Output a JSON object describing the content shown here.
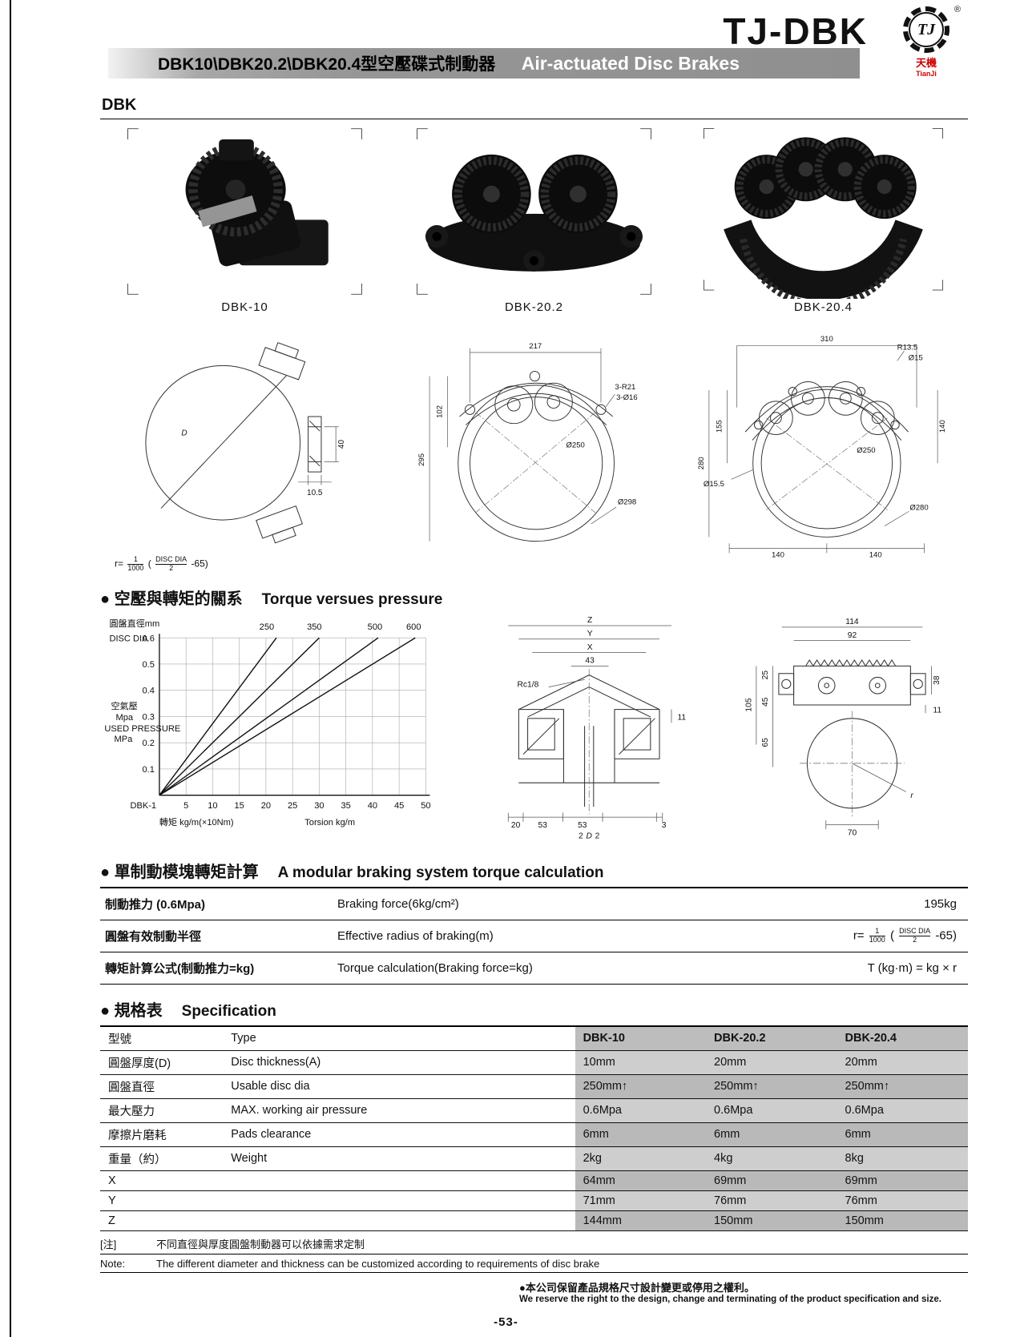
{
  "header": {
    "brand": "TJ-DBK",
    "logo": {
      "tj": "TJ",
      "reg": "®",
      "cn": "天機",
      "en": "TianJi"
    },
    "title_cn": "DBK10\\DBK20.2\\DBK20.4型空壓碟式制動器",
    "title_en": "Air-actuated Disc Brakes",
    "section_label": "DBK"
  },
  "photos": {
    "captions": [
      "DBK-10",
      "DBK-20.2",
      "DBK-20.4"
    ]
  },
  "drw": {
    "d10": {
      "cap_d": "D",
      "d40": "40",
      "d105": "10.5"
    },
    "d202": {
      "t217": "217",
      "t295": "295",
      "t102": "102",
      "r21": "3-R21",
      "o16": "3-Ø16",
      "o250": "Ø250",
      "o298": "Ø298"
    },
    "d204": {
      "t310": "310",
      "t280": "280",
      "t155": "155",
      "t140": "140",
      "o155": "Ø15.5",
      "r135": "R13.5",
      "o15": "Ø15",
      "o250": "Ø250",
      "o280": "Ø280",
      "b140a": "140",
      "b140b": "140"
    },
    "sect": {
      "z": "Z",
      "y": "Y",
      "x": "X",
      "t43": "43",
      "rc": "Rc1/8",
      "t11": "11",
      "t20": "20",
      "t53a": "53",
      "t53b": "53",
      "t3": "3",
      "b2a": "2",
      "bd": "D",
      "b2b": "2"
    },
    "front": {
      "t114": "114",
      "t92": "92",
      "t25": "25",
      "t45": "45",
      "t105": "105",
      "t65": "65",
      "t38": "38",
      "t11": "11",
      "t70": "70",
      "r": "r"
    }
  },
  "formula": {
    "lhs": "r=",
    "num": "1",
    "den": "1000",
    "open": "(",
    "fnum": "DISC DIA",
    "fden": "2",
    "tail": "-65)"
  },
  "torque": {
    "heading_cn": "● 空壓與轉矩的關系",
    "heading_en": "Torque versues pressure"
  },
  "chart_data": {
    "type": "line",
    "title": "Torque versues pressure",
    "top_label_cn": "圓盤直徑mm",
    "top_label_en": "DISC DIA",
    "ylabel_lines": [
      "空氣壓",
      "Mpa",
      "USED PRESSURE",
      "MPa"
    ],
    "xlabel_cn": "轉矩 kg/m(×10Nm)",
    "xlabel_en": "Torsion kg/m",
    "origin_label": "DBK-1",
    "x_ticks": [
      "5",
      "10",
      "15",
      "20",
      "25",
      "30",
      "35",
      "40",
      "45",
      "50"
    ],
    "y_ticks": [
      "0.6",
      "0.5",
      "0.4",
      "0.3",
      "0.2",
      "0.1"
    ],
    "xlim": [
      0,
      50
    ],
    "ylim": [
      0,
      0.6
    ],
    "grid": true,
    "legend_position": "top",
    "series": [
      {
        "name": "250",
        "x": [
          0,
          22
        ],
        "y": [
          0,
          0.6
        ]
      },
      {
        "name": "350",
        "x": [
          0,
          30
        ],
        "y": [
          0,
          0.6
        ]
      },
      {
        "name": "500",
        "x": [
          0,
          41
        ],
        "y": [
          0,
          0.6
        ]
      },
      {
        "name": "600",
        "x": [
          0,
          48
        ],
        "y": [
          0,
          0.6
        ]
      }
    ]
  },
  "calc": {
    "heading_cn": "● 單制動模塊轉矩計算",
    "heading_en": "A modular braking system torque calculation",
    "rows": [
      {
        "cn": "制動推力 (0.6Mpa)",
        "en": "Braking force(6kg/cm²)",
        "val": "195kg"
      },
      {
        "cn": "圓盤有效制動半徑",
        "en": "Effective radius of braking(m)",
        "val": ""
      },
      {
        "cn": "轉矩計算公式(制動推力=kg)",
        "en": "Torque calculation(Braking force=kg)",
        "val": "T (kg·m) = kg × r"
      }
    ]
  },
  "spec": {
    "heading_cn": "● 規格表",
    "heading_en": "Specification",
    "header": {
      "cn": "型號",
      "en": "Type",
      "cols": [
        "DBK-10",
        "DBK-20.2",
        "DBK-20.4"
      ]
    },
    "rows": [
      {
        "cn": "圓盤厚度(D)",
        "en": "Disc thickness(A)",
        "vals": [
          "10mm",
          "20mm",
          "20mm"
        ]
      },
      {
        "cn": "圓盤直徑",
        "en": "Usable disc dia",
        "vals": [
          "250mm↑",
          "250mm↑",
          "250mm↑"
        ]
      },
      {
        "cn": "最大壓力",
        "en": "MAX. working air pressure",
        "vals": [
          "0.6Mpa",
          "0.6Mpa",
          "0.6Mpa"
        ]
      },
      {
        "cn": "摩擦片磨耗",
        "en": "Pads clearance",
        "vals": [
          "6mm",
          "6mm",
          "6mm"
        ]
      },
      {
        "cn": "重量（約）",
        "en": "Weight",
        "vals": [
          "2kg",
          "4kg",
          "8kg"
        ]
      },
      {
        "cn": "X",
        "en": "",
        "vals": [
          "64mm",
          "69mm",
          "69mm"
        ]
      },
      {
        "cn": "Y",
        "en": "",
        "vals": [
          "71mm",
          "76mm",
          "76mm"
        ]
      },
      {
        "cn": "Z",
        "en": "",
        "vals": [
          "144mm",
          "150mm",
          "150mm"
        ]
      }
    ]
  },
  "note": {
    "tag": "[注]",
    "cn": "不同直徑與厚度圓盤制動器可以依據需求定制",
    "en_label": "Note:",
    "en": "The different diameter and thickness can be customized according to requirements of disc brake"
  },
  "footer": {
    "cn": "●本公司保留產品規格尺寸設計變更或停用之權利。",
    "en": "We reserve the right to the design, change and terminating of the product specification and size.",
    "page": "-53-"
  }
}
